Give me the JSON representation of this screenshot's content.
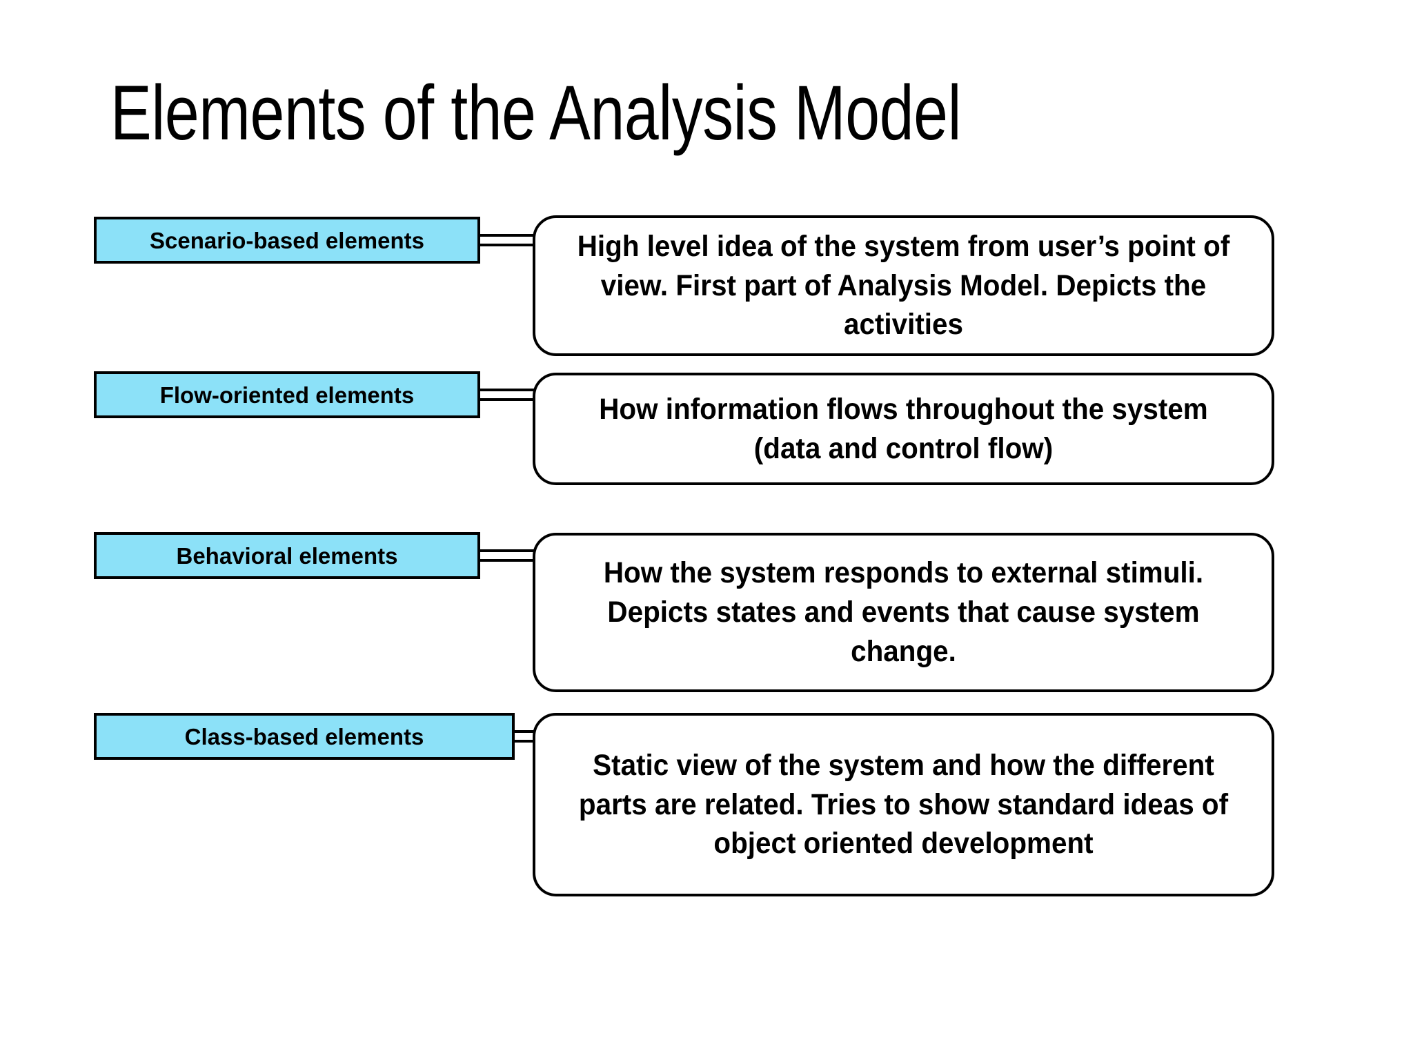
{
  "slide": {
    "title": "Elements of the Analysis Model",
    "background_color": "#FFFFFF",
    "accent_color": "#8CE1F8",
    "border_color": "#000000",
    "text_color": "#000000"
  },
  "rows": [
    {
      "label": "Scenario-based elements",
      "description": "High level idea of the system from user’s point of view. First part of Analysis Model. Depicts the activities"
    },
    {
      "label": "Flow-oriented elements",
      "description": "How information flows throughout the system (data and control flow)"
    },
    {
      "label": "Behavioral elements",
      "description": "How the system responds to external stimuli. Depicts states and events that cause system change."
    },
    {
      "label": "Class-based elements",
      "description": "Static view of the system and how the different parts are related. Tries to show standard ideas of object oriented development"
    }
  ]
}
